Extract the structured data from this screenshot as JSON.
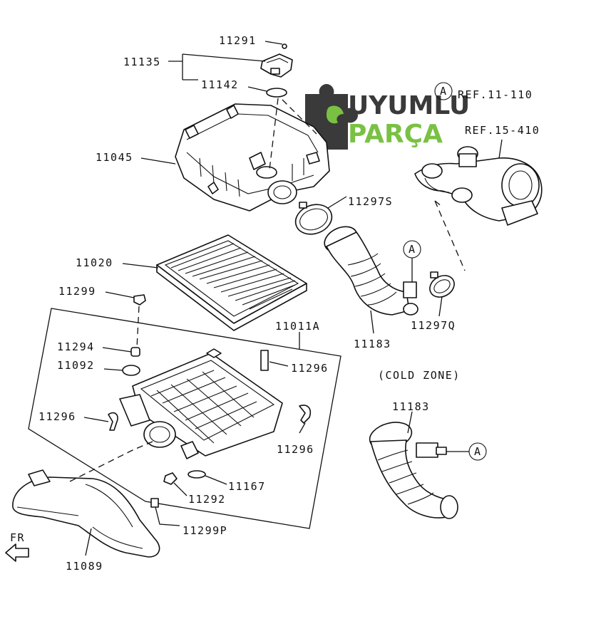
{
  "logo": {
    "line1": "UYUMLU",
    "line2": "PARÇA",
    "dark_color": "#3a3a3a",
    "green_color": "#7ac143"
  },
  "labels": {
    "p11291": "11291",
    "p11135": "11135",
    "p11142": "11142",
    "p11045": "11045",
    "p11297S": "11297S",
    "p11020": "11020",
    "p11299": "11299",
    "p11011A": "11011A",
    "p11294": "11294",
    "p11296_right": "11296",
    "p11092": "11092",
    "p11296_left": "11296",
    "p11296_lower": "11296",
    "p11167": "11167",
    "p11292": "11292",
    "p11299P": "11299P",
    "p11089": "11089",
    "p11183_upper": "11183",
    "p11297Q": "11297Q",
    "p11183_cold": "11183",
    "ref1": "REF.11-110",
    "ref2": "REF.15-410",
    "cold_zone": "(COLD ZONE)",
    "fr": "FR",
    "ref_a_top": "A",
    "ref_a_hose": "A",
    "ref_a_cold": "A"
  }
}
